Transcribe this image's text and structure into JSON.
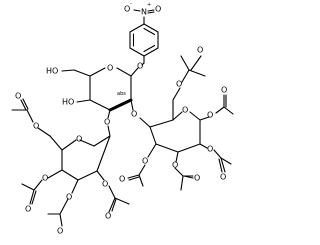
{
  "molecule": {
    "atoms": {
      "nitro_n": "N",
      "nitro_n_charge": "+",
      "nitro_o_minus": "O",
      "nitro_o_minus_charge": "-",
      "nitro_o": "O",
      "ho_ch2": "HO",
      "ho_c4": "HO",
      "o_ring_core": "O",
      "o_anomeric": "O",
      "abs_label": "abs",
      "o_glyc_c2": "O",
      "o_glyc_c3": "O",
      "o_ring_right": "O",
      "o_ring_left": "O"
    },
    "acetyl": {
      "carbonyl_o": "O",
      "ester_o": "O"
    },
    "colors": {
      "ink": "#000000",
      "background": "#ffffff"
    }
  }
}
